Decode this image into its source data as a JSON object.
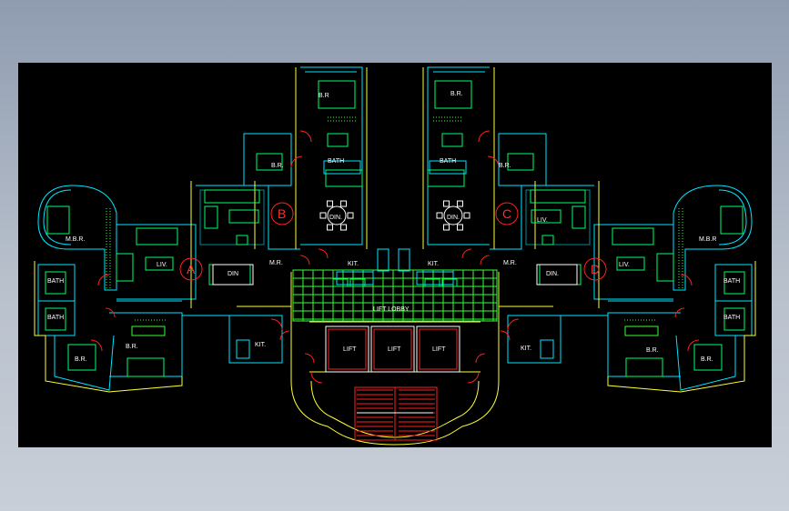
{
  "drawing": {
    "units": {
      "a": "A",
      "b": "B",
      "c": "C",
      "d": "D"
    },
    "rooms": {
      "br": "B.R.",
      "br_alt": "B.R",
      "mbr_left": "M.B.R.",
      "mbr_right": "M.B.R",
      "bath": "BATH",
      "din": "DIN",
      "din_dot": "DIN.",
      "liv": "LIV.",
      "mr": "M.R.",
      "kit": "KIT.",
      "lift": "LIFT",
      "lift_lobby": "LIFT LOBBY"
    },
    "colors": {
      "background": "#000000",
      "wall": "#00e5ff",
      "fixture": "#33ff33",
      "outline": "#ffff33",
      "door": "#ff2020",
      "furniture": "#00ff66"
    }
  }
}
